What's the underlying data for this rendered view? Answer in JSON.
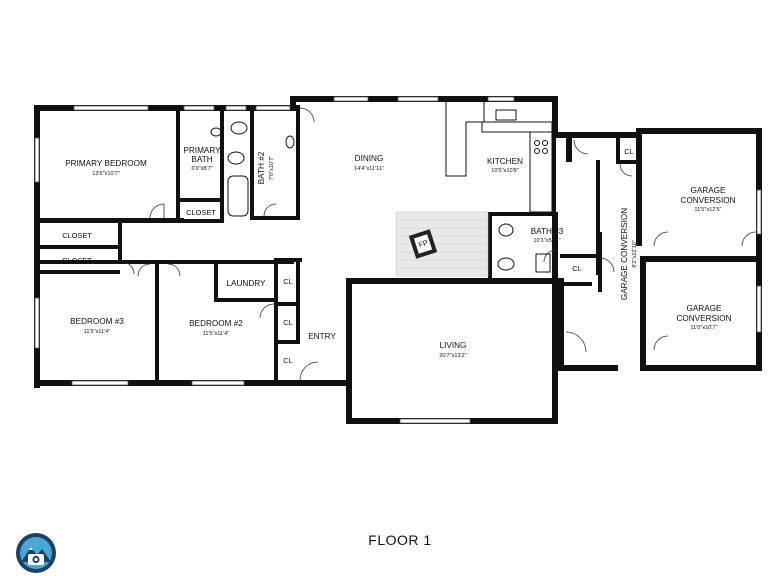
{
  "floor_title": "FLOOR 1",
  "rooms": {
    "primary_bedroom": {
      "name": "PRIMARY BEDROOM",
      "dims": "13'6\"x10'7\""
    },
    "primary_bath": {
      "name_line1": "PRIMARY",
      "name_line2": "BATH",
      "dims": "6'9\"x8'7\""
    },
    "bath2": {
      "name": "BATH #2",
      "dims": "7'0\"x10'7\""
    },
    "dining": {
      "name": "DINING",
      "dims": "14'4\"x11'11\""
    },
    "kitchen": {
      "name": "KITCHEN",
      "dims": "10'5\"x10'8\""
    },
    "bath3": {
      "name": "BATH #3",
      "dims": "10'1\"x5'11\""
    },
    "garage_conv_hall": {
      "name": "GARAGE CONVERSION",
      "dims": "8'2\"x22'10\""
    },
    "garage_conv_top": {
      "name_line1": "GARAGE",
      "name_line2": "CONVERSION",
      "dims": "11'5\"x12'5\""
    },
    "garage_conv_bottom": {
      "name_line1": "GARAGE",
      "name_line2": "CONVERSION",
      "dims": "11'0\"x10'7\""
    },
    "bedroom3": {
      "name": "BEDROOM #3",
      "dims": "11'5\"x11'4\""
    },
    "bedroom2": {
      "name": "BEDROOM #2",
      "dims": "11'5\"x11'4\""
    },
    "living": {
      "name": "LIVING",
      "dims": "20'7\"x13'2\""
    },
    "laundry": {
      "name": "LAUNDRY"
    },
    "entry": {
      "name": "ENTRY"
    },
    "closet_primary": {
      "name": "CLOSET"
    },
    "closet_a": {
      "name": "CLOSET"
    },
    "closet_b": {
      "name": "CLOSET"
    },
    "fireplace": {
      "name": "FP"
    },
    "cl_labels": [
      "CL",
      "CL",
      "CL",
      "CL",
      "CL"
    ]
  },
  "logo_icon": "camera-mountain-logo"
}
